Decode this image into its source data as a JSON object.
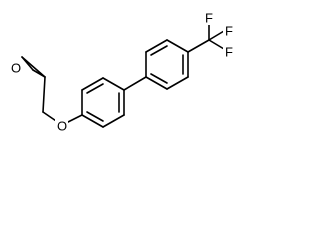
{
  "molecule": {
    "atoms": {
      "epoxide_oxygen": "O",
      "ether_oxygen": "O",
      "fluorine_top": "F",
      "fluorine_right": "F",
      "fluorine_bottom": "F"
    },
    "colors": {
      "bond": "#000000",
      "label": "#000000",
      "background": "#ffffff"
    }
  }
}
